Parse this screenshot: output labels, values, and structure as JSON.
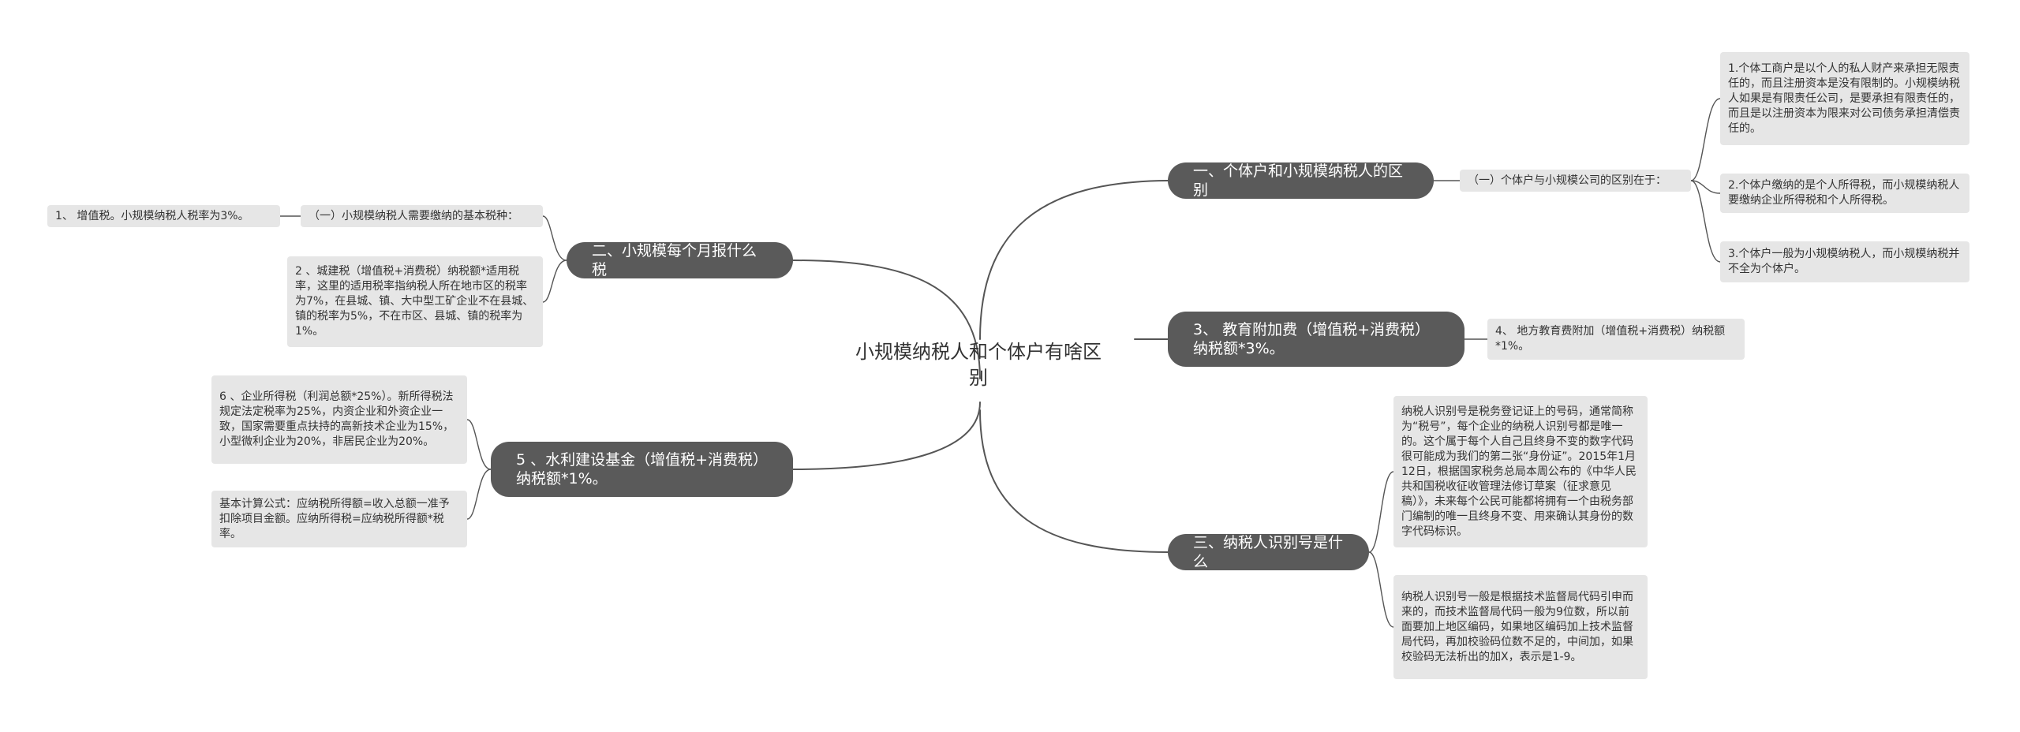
{
  "root": {
    "text": "小规模纳税人和个体户有啥区别"
  },
  "colors": {
    "main_fill": "#5a5a5a",
    "sub_fill": "#e6e6e6",
    "line": "#555555"
  },
  "branches": {
    "b1": {
      "label": "一、个体户和小规模纳税人的区别",
      "child": "（一）个体户与小规模公司的区别在于：",
      "leaves": [
        "1.个体工商户是以个人的私人财产来承担无限责任的，而且注册资本是没有限制的。小规模纳税人如果是有限责任公司，是要承担有限责任的，而且是以注册资本为限来对公司债务承担清偿责任的。",
        "2.个体户缴纳的是个人所得税，而小规模纳税人要缴纳企业所得税和个人所得税。",
        "3.个体户一般为小规模纳税人，而小规模纳税并不全为个体户。"
      ]
    },
    "b2": {
      "label": "3、 教育附加费（增值税+消费税）纳税额*3%。",
      "child": "4、 地方教育费附加（增值税+消费税）纳税额*1%。"
    },
    "b3": {
      "label": "三、纳税人识别号是什么",
      "children": [
        "纳税人识别号是税务登记证上的号码，通常简称为“税号”，每个企业的纳税人识别号都是唯一的。这个属于每个人自己且终身不变的数字代码很可能成为我们的第二张“身份证”。2015年1月12日，根据国家税务总局本周公布的《中华人民共和国税收征收管理法修订草案（征求意见稿）》，未来每个公民可能都将拥有一个由税务部门编制的唯一且终身不变、用来确认其身份的数字代码标识。",
        "纳税人识别号一般是根据技术监督局代码引申而来的，而技术监督局代码一般为9位数，所以前面要加上地区编码，如果地区编码加上技术监督局代码，再加校验码位数不足的，中间加，如果校验码无法析出的加X，表示是1-9。"
      ]
    },
    "b4": {
      "label": "二、小规模每个月报什么税",
      "child": "（一）小规模纳税人需要缴纳的基本税种：",
      "leaf": "1、 增值税。小规模纳税人税率为3%。",
      "child2": "2 、城建税（增值税+消费税）纳税额*适用税率，这里的适用税率指纳税人所在地市区的税率为7%，在县城、镇、大中型工矿企业不在县城、镇的税率为5%，不在市区、县城、镇的税率为1%。"
    },
    "b5": {
      "label": "5 、水利建设基金（增值税+消费税）纳税额*1%。",
      "children": [
        "6 、企业所得税（利润总额*25%）。新所得税法规定法定税率为25%，内资企业和外资企业一致，国家需要重点扶持的高新技术企业为15%，小型微利企业为20%，非居民企业为20%。",
        "基本计算公式：应纳税所得额=收入总额一准予扣除项目金额。应纳所得税=应纳税所得额*税率。"
      ]
    }
  }
}
